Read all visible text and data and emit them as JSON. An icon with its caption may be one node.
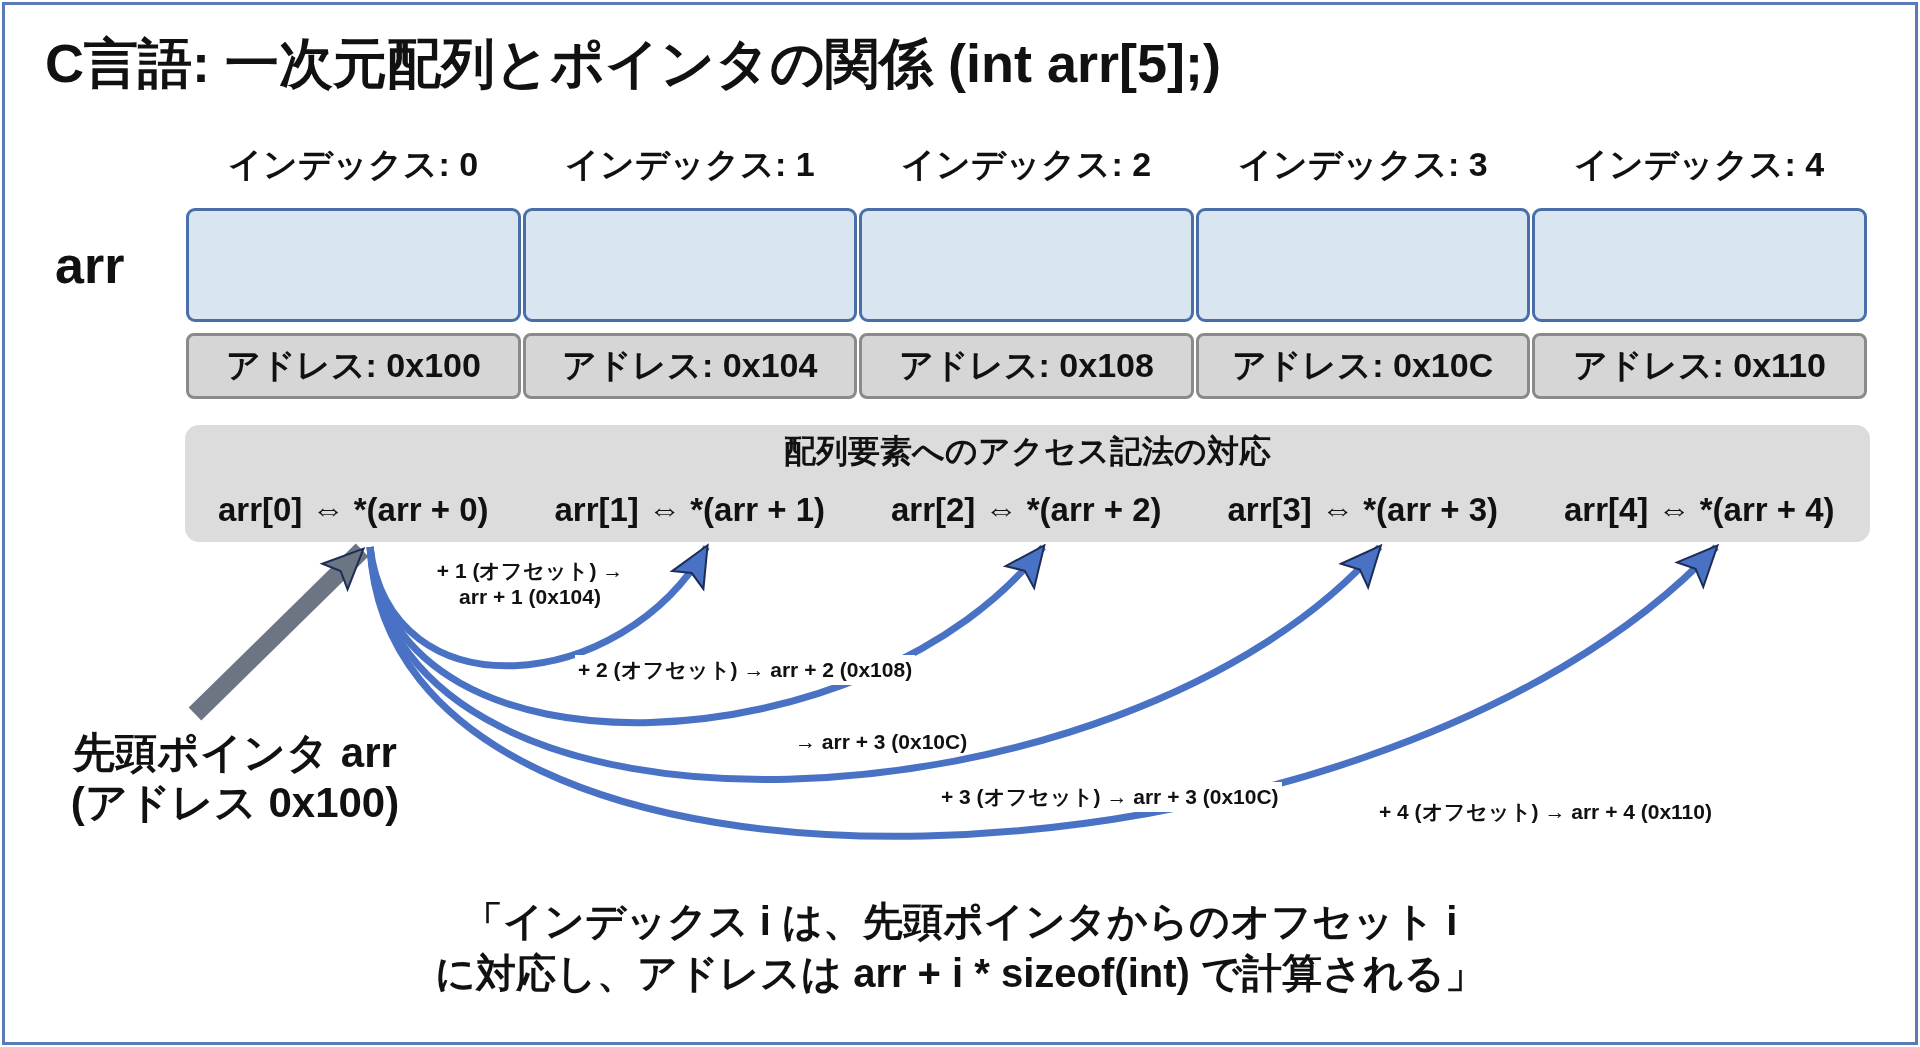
{
  "diagram": {
    "title": "C言語: 一次元配列とポインタの関係 (int arr[5];)",
    "nodes": [
      {
        "text": [
          "インデックス: 0"
        ]
      },
      {
        "text": [
          "インデックス: 1"
        ]
      },
      {
        "text": [
          "インデックス: 2"
        ]
      },
      {
        "text": [
          "インデックス: 3"
        ]
      },
      {
        "text": [
          "インデックス: 4"
        ]
      },
      {
        "text": [
          "アドレス: 0x100"
        ]
      },
      {
        "text": [
          "アドレス: 0x104"
        ]
      },
      {
        "text": [
          "アドレス: 0x108"
        ]
      },
      {
        "text": [
          "アドレス: 0x10C"
        ]
      },
      {
        "text": [
          "アドレス: 0x110"
        ]
      },
      {
        "text": [
          "配列要素へのアクセス記法の対応"
        ]
      },
      {
        "text": [
          "arr[0] ⇔ *(arr + 0)"
        ],
        "in": 10
      },
      {
        "text": [
          "arr[1] ⇔ *(arr + 1)"
        ],
        "in": 10
      },
      {
        "text": [
          "arr[2] ⇔ *(arr + 2)"
        ],
        "in": 10
      },
      {
        "text": [
          "arr[3] ⇔ *(arr + 3)"
        ],
        "in": 10
      },
      {
        "text": [
          "arr[4] ⇔ *(arr + 4)"
        ],
        "in": 10
      },
      {
        "text": [
          "先頭ポインタ arr (アドレス 0x100)"
        ]
      }
    ],
    "edges": [
      {
        "from": 16,
        "to": 11,
        "arrow": "to",
        "color": "#6b7584",
        "style": "thick"
      },
      {
        "from": 11,
        "to": 12,
        "arrow": "to",
        "label": "+ 1 (オフセット) → arr + 1 (0x104)"
      },
      {
        "from": 11,
        "to": 13,
        "arrow": "to",
        "label": "+ 2 (オフセット) → arr + 2 (0x108)"
      },
      {
        "from": 11,
        "to": 14,
        "arrow": "to",
        "label": "+ 3 (オフセット) → arr + 3 (0x10C)"
      },
      {
        "from": 11,
        "to": 15,
        "arrow": "to",
        "label": "+ 4 (オフセット) → arr + 4 (0x110)"
      }
    ],
    "labels": [
      "arr",
      "→ arr + 3 (0x10C)"
    ],
    "caption": "「インデックス i は、先頭ポインタからのオフセット i に対応し、アドレスは arr + i * sizeof(int) で計算される」"
  }
}
